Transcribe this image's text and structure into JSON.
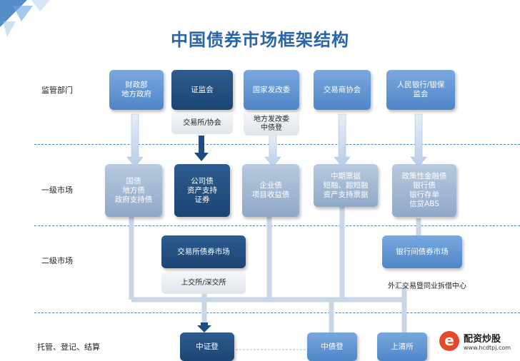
{
  "title": "中国债券市场框架结构",
  "rows": {
    "regulators": "监管部门",
    "primary": "一级市场",
    "secondary": "二级市场",
    "custody": "托管、登记、结算"
  },
  "regulators": [
    {
      "lines": [
        "财政部",
        "地方政府"
      ]
    },
    {
      "lines": [
        "证监会"
      ],
      "sub": [
        "交易所/协会"
      ]
    },
    {
      "lines": [
        "国家发改委"
      ],
      "sub": [
        "地方发改委",
        "中债登"
      ]
    },
    {
      "lines": [
        "交易商协会"
      ]
    },
    {
      "lines": [
        "人民银行/银保",
        "监会"
      ]
    }
  ],
  "primary": [
    {
      "lines": [
        "国债",
        "地方债",
        "政府支持债"
      ]
    },
    {
      "lines": [
        "公司债",
        "资产支持",
        "证券"
      ]
    },
    {
      "lines": [
        "企业债",
        "项目收益债"
      ]
    },
    {
      "lines": [
        "中期票据",
        "短融、超短融",
        "资产支持票据"
      ]
    },
    {
      "lines": [
        "政策性金融债",
        "银行债",
        "银行存单",
        "信贷ABS"
      ]
    }
  ],
  "secondary": {
    "exchange": {
      "label": "交易所债券市场",
      "sub": "上交所/深交所"
    },
    "interbank": {
      "label": "银行间债券市场",
      "sub": "外汇交易暨同业拆借中心"
    }
  },
  "custody": [
    "中证登",
    "中债登",
    "上清所"
  ],
  "logo": {
    "mark": "e",
    "name": "配资炒股",
    "url": "www.hcdtpj.com"
  }
}
